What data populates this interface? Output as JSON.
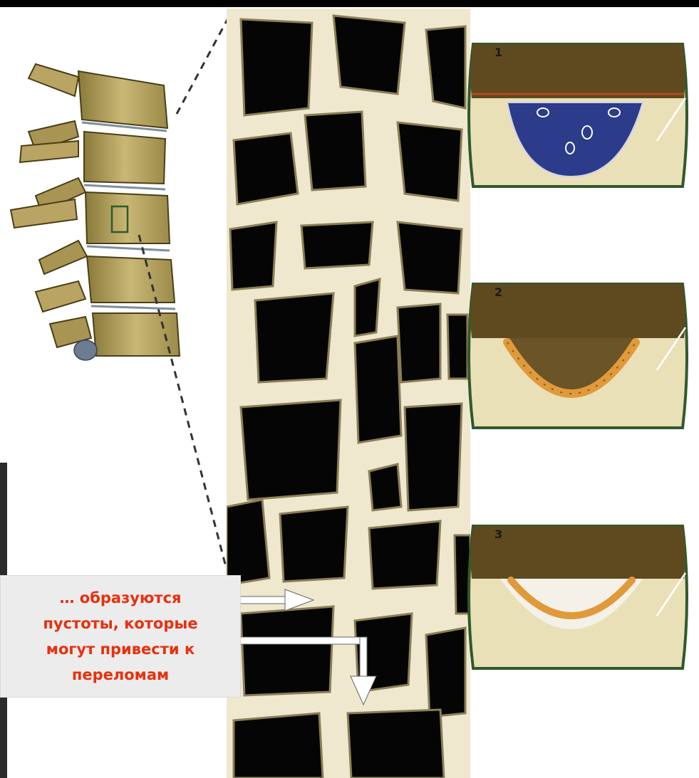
{
  "callout": {
    "line1": "… образуются",
    "line2": "пустоты, которые",
    "line3": "могут привести к",
    "line4": "переломам"
  },
  "panels": [
    {
      "number": "1",
      "cell_type": "osteoclast-resorption-icon"
    },
    {
      "number": "2",
      "cell_type": "osteoblast-lining-icon"
    },
    {
      "number": "3",
      "cell_type": "new-bone-formation-icon"
    }
  ],
  "colors": {
    "callout_text": "#e8300e",
    "callout_bg": "#ececec",
    "bone": "#efe8cf",
    "marrow": "#050505",
    "panel_border": "#2f5a2a",
    "osteoclast": "#2c3b8a",
    "osteoblast": "#e09a3a"
  }
}
